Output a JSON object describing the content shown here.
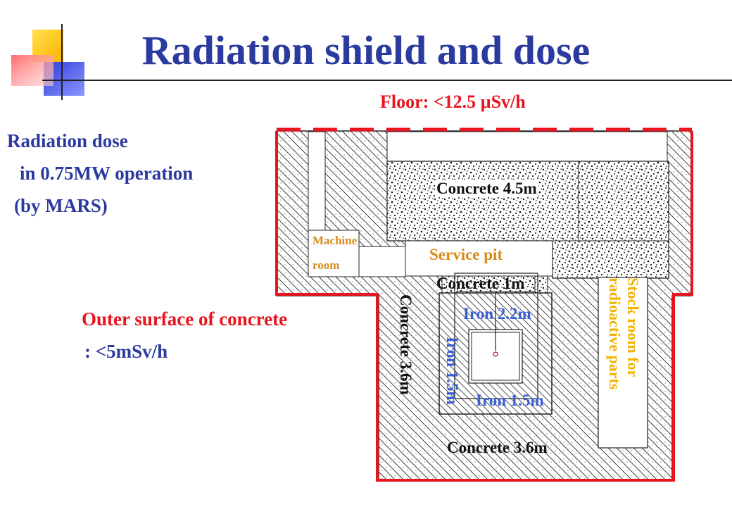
{
  "title": "Radiation shield and dose",
  "floor_label": "Floor: <12.5 µSv/h",
  "dose_lines": [
    "Radiation dose",
    "in 0.75MW operation",
    "(by MARS)"
  ],
  "outer_lines": [
    "Outer surface of concrete",
    ": <5mSv/h"
  ],
  "labels": {
    "concrete_top": "Concrete 4.5m",
    "machine_room_1": "Machine",
    "machine_room_2": "room",
    "service_pit": "Service pit",
    "concrete_1m": "Concrete 1m",
    "iron_top": "Iron 2.2m",
    "iron_side": "Iron 1.5m",
    "iron_bottom": "Iron 1.5m",
    "concrete_left": "Concrete 3.6m",
    "concrete_bottom": "Concrete 3.6m",
    "stock_room_1": "Stock room for",
    "stock_room_2": "radioactive parts"
  },
  "colors": {
    "title": "#2b3a9e",
    "red": "#e8141e",
    "dark_blue": "#2b3a9e",
    "label_blue": "#3a5fd6",
    "orange": "#d88a1a",
    "stock_yellow": "#f2b200"
  }
}
